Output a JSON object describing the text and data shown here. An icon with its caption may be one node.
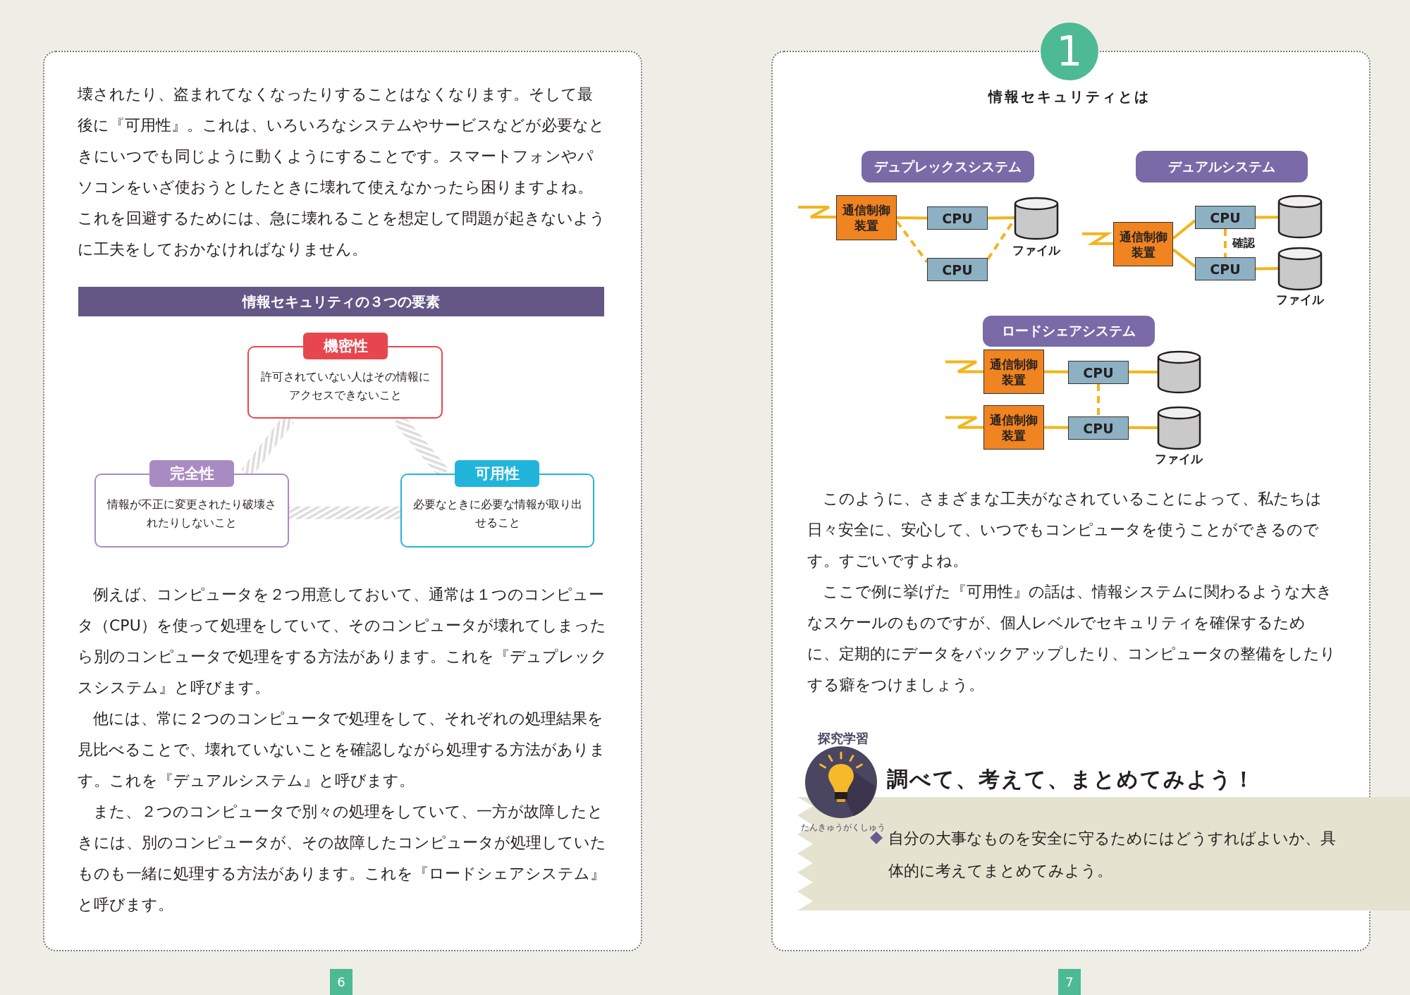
{
  "diagram": {
    "nodes": [
      {
        "text": [
          "情報セキュリティの３つの要素"
        ]
      },
      {
        "text": [
          "機密性",
          "許可されていない人はその情報にアクセスできないこと"
        ]
      },
      {
        "text": [
          "完全性",
          "情報が不正に変更されたり破壊されたりしないこと"
        ]
      },
      {
        "text": [
          "可用性",
          "必要なときに必要な情報が取り出せること"
        ]
      },
      {
        "text": [
          "1"
        ],
        "beside": [
          "情報セキュリティとは"
        ]
      },
      {
        "text": [
          "デュプレックスシステム"
        ]
      },
      {
        "text": [
          "通信制御装置"
        ]
      },
      {
        "text": [
          "CPU"
        ]
      },
      {
        "text": [
          "CPU"
        ]
      },
      {
        "text": [],
        "shape": "cylinder",
        "beside": [
          "ファイル"
        ]
      },
      {
        "text": [
          "デュアルシステム"
        ]
      },
      {
        "text": [
          "通信制御装置"
        ]
      },
      {
        "text": [
          "CPU"
        ]
      },
      {
        "text": [
          "CPU"
        ]
      },
      {
        "text": [],
        "shape": "cylinder"
      },
      {
        "text": [],
        "shape": "cylinder",
        "beside": [
          "ファイル"
        ]
      },
      {
        "text": [
          "ロードシェアシステム"
        ]
      },
      {
        "text": [
          "通信制御装置"
        ]
      },
      {
        "text": [
          "通信制御装置"
        ]
      },
      {
        "text": [
          "CPU"
        ]
      },
      {
        "text": [
          "CPU"
        ]
      },
      {
        "text": [],
        "shape": "cylinder"
      },
      {
        "text": [],
        "shape": "cylinder",
        "beside": [
          "ファイル"
        ]
      },
      {
        "text": [
          "調べて、考えて、まとめてみよう！",
          "自分の大事なものを安全に守るためにはどうすればよいか、具体的に考えてまとめてみよう。"
        ]
      }
    ],
    "edges": [
      {
        "from": 1,
        "to": 2,
        "arrow": "none",
        "style": "thick",
        "color": "#dcdcdc"
      },
      {
        "from": 1,
        "to": 3,
        "arrow": "none",
        "style": "thick",
        "color": "#dcdcdc"
      },
      {
        "from": 2,
        "to": 3,
        "arrow": "none",
        "style": "thick",
        "color": "#dcdcdc"
      },
      {
        "from": null,
        "to": 6,
        "arrow": "none"
      },
      {
        "from": 6,
        "to": 7,
        "arrow": "none"
      },
      {
        "from": 6,
        "to": 8,
        "arrow": "none",
        "style": "dashed"
      },
      {
        "from": 7,
        "to": 9,
        "arrow": "none"
      },
      {
        "from": 8,
        "to": 9,
        "arrow": "none",
        "style": "dashed"
      },
      {
        "from": null,
        "to": 11,
        "arrow": "none"
      },
      {
        "from": 11,
        "to": 12,
        "arrow": "none"
      },
      {
        "from": 11,
        "to": 13,
        "arrow": "none"
      },
      {
        "from": 12,
        "to": 14,
        "arrow": "none"
      },
      {
        "from": 13,
        "to": 15,
        "arrow": "none"
      },
      {
        "from": 12,
        "to": 13,
        "arrow": "none",
        "style": "dashed",
        "label": "確認"
      },
      {
        "from": null,
        "to": 17,
        "arrow": "none"
      },
      {
        "from": null,
        "to": 18,
        "arrow": "none"
      },
      {
        "from": 17,
        "to": 19,
        "arrow": "none"
      },
      {
        "from": 18,
        "to": 20,
        "arrow": "none"
      },
      {
        "from": 19,
        "to": 21,
        "arrow": "none"
      },
      {
        "from": 20,
        "to": 22,
        "arrow": "none"
      },
      {
        "from": 19,
        "to": 20,
        "arrow": "none",
        "style": "dashed"
      }
    ],
    "labels": [
      "壊されたり、盗まれてなくなったりすることはなくなります。そして最後に『可用性』。これは、いろいろなシステムやサービスなどが必要なときにいつでも同じように動くようにすることです。スマートフォンやパソコンをいざ使おうとしたときに壊れて使えなかったら困りますよね。これを回避するためには、急に壊れることを想定して問題が起きないように工夫をしておかなければなりません。",
      "例えば、コンピュータを２つ用意しておいて、通常は１つのコンピュータ（CPU）を使って処理をしていて、そのコンピュータが壊れてしまったら別のコンピュータで処理をする方法があります。これを『デュプレックスシステム』と呼びます。",
      "他には、常に２つのコンピュータで処理をして、それぞれの処理結果を見比べることで、壊れていないことを確認しながら処理する方法があります。これを『デュアルシステム』と呼びます。",
      "また、２つのコンピュータで別々の処理をしていて、一方が故障したときには、別のコンピュータが、その故障したコンピュータが処理していたものも一緒に処理する方法があります。これを『ロードシェアシステム』と呼びます。",
      "6",
      "このように、さまざまな工夫がなされていることによって、私たちは日々安全に、安心して、いつでもコンピュータを使うことができるのです。すごいですよね。",
      "ここで例に挙げた『可用性』の話は、情報システムに関わるような大きなスケールのものですが、個人レベルでセキュリティを確保するために、定期的にデータをバックアップしたり、コンピュータの整備をしたりする癖をつけましょう。",
      "探究学習",
      "たんきゅうがくしゅう",
      "7"
    ]
  }
}
